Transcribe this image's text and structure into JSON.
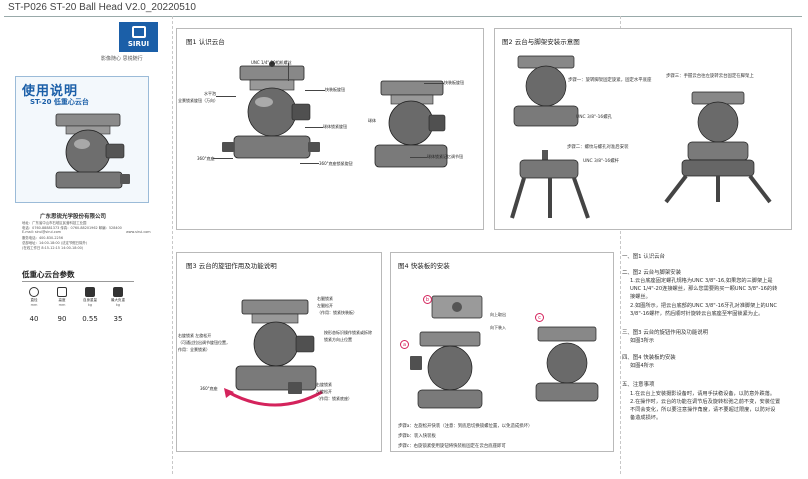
{
  "doc_id": "ST-P026 ST-20 Ball Head V2.0_20220510",
  "brand": {
    "logo_text": "SIRUI",
    "slogan": "影像随心  思锐随行"
  },
  "manual": {
    "title": "使用说明",
    "subtitle": "ST-20 低重心云台"
  },
  "company": {
    "name": "广东思锐光学股份有限公司",
    "address_lines": [
      "地址：广东省中山市石岐区民营科技工业园",
      "电话：0760-88881373 传真：0760-88201962 邮编：528400",
      "E-mail: sirui@sirui.com",
      "服务电话：400-830-2256",
      "总部地址：14:00-18:00 (法定节假日除外)",
      "(在线工作日 8:15-12:15 14:00-18:00)"
    ],
    "website": "www.sirui.com"
  },
  "params": {
    "title": "低重心云台参数",
    "items": [
      {
        "name": "直径",
        "unit": "mm",
        "value": "40"
      },
      {
        "name": "高度",
        "unit": "mm",
        "value": "90"
      },
      {
        "name": "自身重量",
        "unit": "kg",
        "value": "0.55"
      },
      {
        "name": "最大负重",
        "unit": "kg",
        "value": "35"
      }
    ]
  },
  "fig1": {
    "title": "图1 认识云台",
    "labels": {
      "screw": "UNC 1/4\" 20相机螺丝",
      "bubble": "水平泡",
      "lock_knob": "全景锁紧旋钮（万向）",
      "plate_knob": "快装板旋钮",
      "ball_knob": "球体锁紧旋钮",
      "base": "360°底座",
      "pan_knob": "360°底座锁紧旋钮",
      "plate": "快装板旋钮",
      "ball": "球体",
      "friction": "球体锁紧记忆调节钮"
    }
  },
  "fig2": {
    "title": "图2 云台与脚架安装示意图",
    "step1": "步骤一：旋转脚架固定旋紧，固定水平底座",
    "thread1": "UNC 3/8\"-16螺孔",
    "step2": "步骤二：螺纹与螺孔对准后安装",
    "thread2": "UNC 3/8\"-16螺杆",
    "step3": "步骤三：手握云台往左旋转云台固定在脚架上"
  },
  "fig3": {
    "title": "图3 云台的旋钮作用及功能说明",
    "labels": {
      "right_lock_1": "右腿锁紧",
      "left_loose_1": "左腿松开",
      "act_1": "（作用：锁紧快装板）",
      "right_lock_2": "右旋锁紧 左旋松开",
      "adjust_2": "（可通过拉出调节旋钮位置，",
      "act_2": "作用：全景锁紧）",
      "pull_3": "按形态标识操作锁紧或拆除",
      "lock_3": "锁紧方向止位置",
      "base": "360°底座",
      "right_lock_4": "右旋锁紧",
      "left_loose_4": "左旋松开",
      "act_4": "（作用：锁紧底座）"
    }
  },
  "fig4": {
    "title": "图4 快装板的安装",
    "markers": [
      "a",
      "b",
      "c"
    ],
    "arrow1": "向上取出",
    "arrow2": "向下装入",
    "steps": [
      "步骤a：左旋松开快装（注意：到底后切换锁螺位置，以免造成损坏）",
      "步骤b：装入快装板",
      "步骤c：右旋锁紧使用旋钮将快装板固定在云台底座即可"
    ]
  },
  "notes": {
    "items": [
      {
        "head": "一、图1 认识云台",
        "lines": []
      },
      {
        "head": "二、图2 云台与脚架安装",
        "lines": [
          "1.云台底座固定螺孔规格为UNC 3/8\"-16,如果您的三脚架上是",
          "UNC 1/4\"-20连接螺丝，那么您需要购买一颗UNC 3/8\"-16的转",
          "接螺丝。",
          "2.如图所示，把云台底部的UNC 3/8\"-16牙孔对准脚架上的UNC",
          "3/8\"-16螺杆，然后顺时针旋转云台底座至牢固锁紧为止。"
        ]
      },
      {
        "head": "三、图3 云台的旋钮作用及功能说明",
        "lines": [
          "如图3所示"
        ]
      },
      {
        "head": "四、图4 快装板的安装",
        "lines": [
          "如图4所示"
        ]
      },
      {
        "head": "五、注意事项",
        "lines": [
          "1.在云台上安装摄影设备时，请用手扶稳设备，以防意外跌落。",
          "2.在操作时，云台的功能在调节后及旋转松弛之前不变，安装位置",
          "不同会变化，所以要注意操作角度，请不要超过限度，以防对设",
          "备造成损坏。"
        ]
      }
    ]
  }
}
